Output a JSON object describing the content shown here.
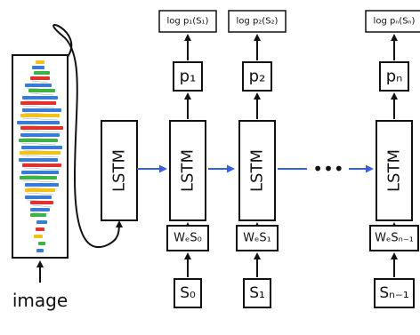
{
  "diagram": {
    "input_caption": "image",
    "image_lstm_label": "LSTM",
    "ellipsis": "•••",
    "columns": [
      {
        "output": "log p₁(S₁)",
        "prob": "p₁",
        "lstm": "LSTM",
        "embed": "WₑS₀",
        "word": "S₀"
      },
      {
        "output": "log p₂(S₂)",
        "prob": "p₂",
        "lstm": "LSTM",
        "embed": "WₑS₁",
        "word": "S₁"
      },
      {
        "output": "log pₙ(Sₙ)",
        "prob": "pₙ",
        "lstm": "LSTM",
        "embed": "WₑSₙ₋₁",
        "word": "Sₙ₋₁"
      }
    ],
    "colors": {
      "recurrent_arrow": "#3b5fe0",
      "box_stroke": "#111111",
      "cnn_blue": "#3a7bd5",
      "cnn_green": "#3fb14a",
      "cnn_red": "#e0312f",
      "cnn_yellow": "#f2c21b"
    }
  }
}
